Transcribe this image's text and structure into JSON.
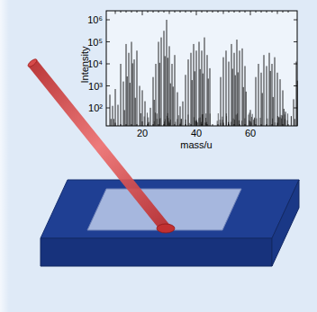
{
  "diagram": {
    "labels": [
      "10⁶",
      "10⁵",
      "10⁴",
      "10³",
      "10²",
      "Intensity",
      "20",
      "40",
      "60",
      "mass/u"
    ]
  }
}
